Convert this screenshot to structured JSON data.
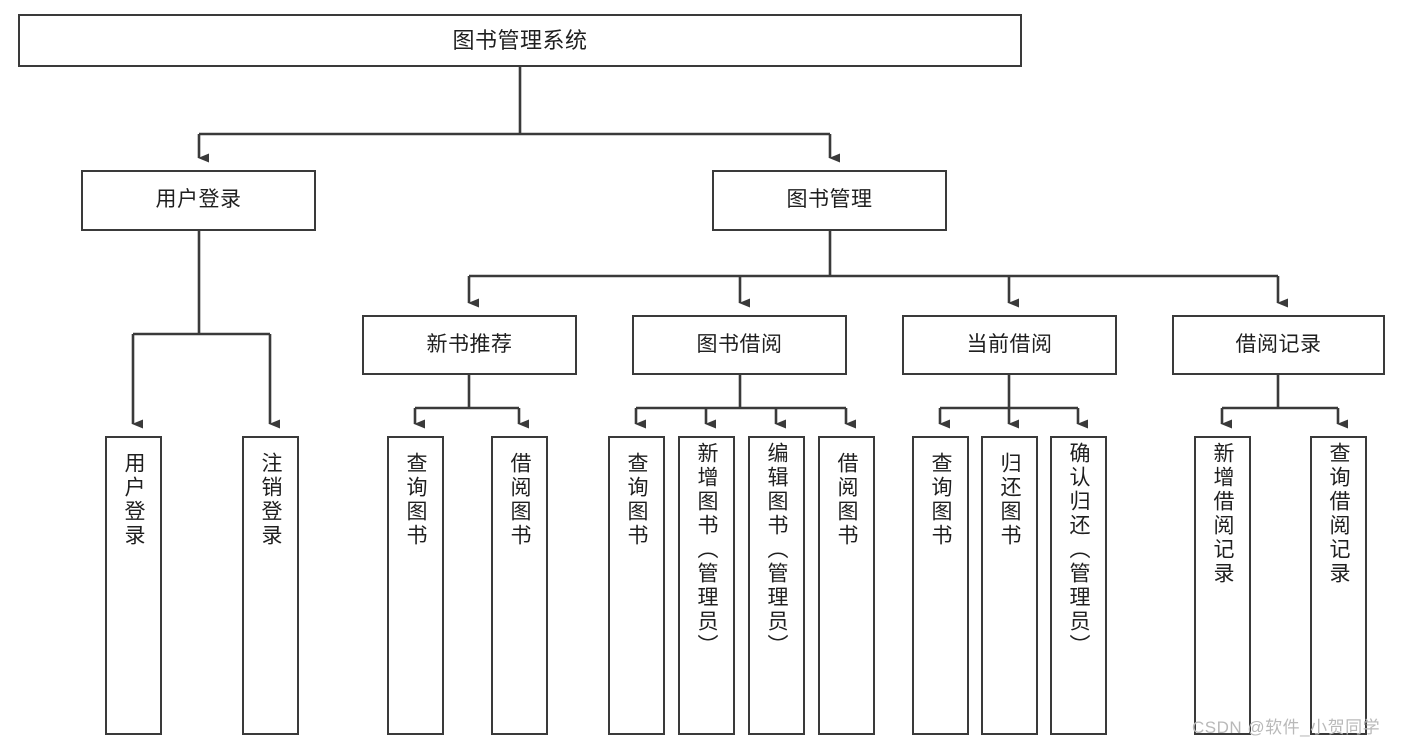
{
  "diagram": {
    "title": "图书管理系统",
    "type": "tree",
    "watermark": "CSDN @软件_小贺同学",
    "colors": {
      "border": "#3a3a3a",
      "text": "#1f1f1f",
      "background": "#ffffff",
      "watermark": "#b9b9b9"
    },
    "levels": {
      "root": {
        "label": "图书管理系统"
      },
      "level2": [
        {
          "id": "user-login",
          "label": "用户登录"
        },
        {
          "id": "book-manage",
          "label": "图书管理"
        }
      ],
      "level3": [
        {
          "id": "new-book-recommend",
          "label": "新书推荐",
          "parent": "book-manage"
        },
        {
          "id": "book-borrow",
          "label": "图书借阅",
          "parent": "book-manage"
        },
        {
          "id": "current-borrow",
          "label": "当前借阅",
          "parent": "book-manage"
        },
        {
          "id": "borrow-record",
          "label": "借阅记录",
          "parent": "book-manage"
        }
      ],
      "leaves": [
        {
          "id": "leaf-user-login",
          "label": "用户登录",
          "parent": "user-login"
        },
        {
          "id": "leaf-user-logout",
          "label": "注销登录",
          "parent": "user-login"
        },
        {
          "id": "leaf-query-book-1",
          "label": "查询图书",
          "parent": "new-book-recommend"
        },
        {
          "id": "leaf-borrow-book-1",
          "label": "借阅图书",
          "parent": "new-book-recommend"
        },
        {
          "id": "leaf-query-book-2",
          "label": "查询图书",
          "parent": "book-borrow"
        },
        {
          "id": "leaf-add-book",
          "label": "新增图书（管理员）",
          "parent": "book-borrow"
        },
        {
          "id": "leaf-edit-book",
          "label": "编辑图书（管理员）",
          "parent": "book-borrow"
        },
        {
          "id": "leaf-borrow-book-2",
          "label": "借阅图书",
          "parent": "book-borrow"
        },
        {
          "id": "leaf-query-book-3",
          "label": "查询图书",
          "parent": "current-borrow"
        },
        {
          "id": "leaf-return-book",
          "label": "归还图书",
          "parent": "current-borrow"
        },
        {
          "id": "leaf-confirm-return",
          "label": "确认归还（管理员）",
          "parent": "current-borrow"
        },
        {
          "id": "leaf-add-record",
          "label": "新增借阅记录",
          "parent": "borrow-record"
        },
        {
          "id": "leaf-query-record",
          "label": "查询借阅记录",
          "parent": "borrow-record"
        }
      ]
    }
  }
}
